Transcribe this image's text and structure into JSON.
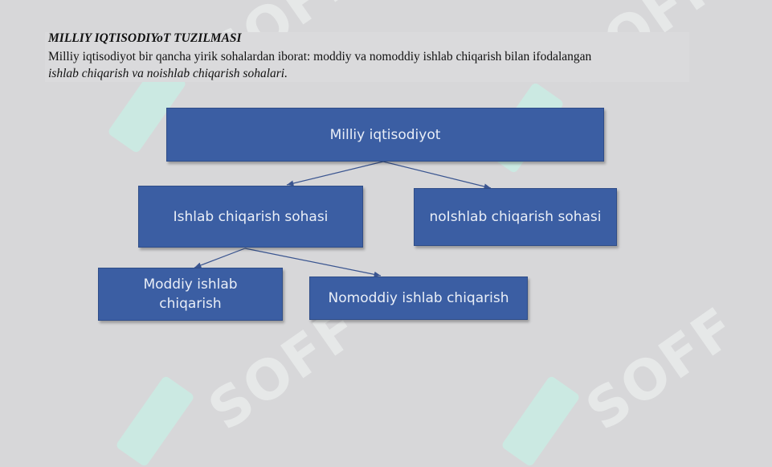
{
  "header": {
    "title": "MILLIY IQTISODIYoT TUZILMASI",
    "description": "Milliy iqtisodiyot bir qancha yirik sohalardan iborat: moddiy va nomoddiy ishlab chiqarish bilan ifodalangan",
    "description_italic": "ishlab chiqarish va noishlab chiqarish sohalari."
  },
  "diagram": {
    "root": "Milliy iqtisodiyot",
    "left": "Ishlab chiqarish sohasi",
    "right": "noIshlab chiqarish sohasi",
    "moddiy": "Moddiy ishlab chiqarish",
    "nomoddiy": "Nomoddiy ishlab chiqarish"
  },
  "watermark": {
    "text": "SOFF"
  },
  "colors": {
    "background": "#d7d7d9",
    "node_fill": "#3b5ea3",
    "node_text": "#e9eef7",
    "connector": "#3a5590",
    "watermark_mark": "#c9ece3"
  }
}
